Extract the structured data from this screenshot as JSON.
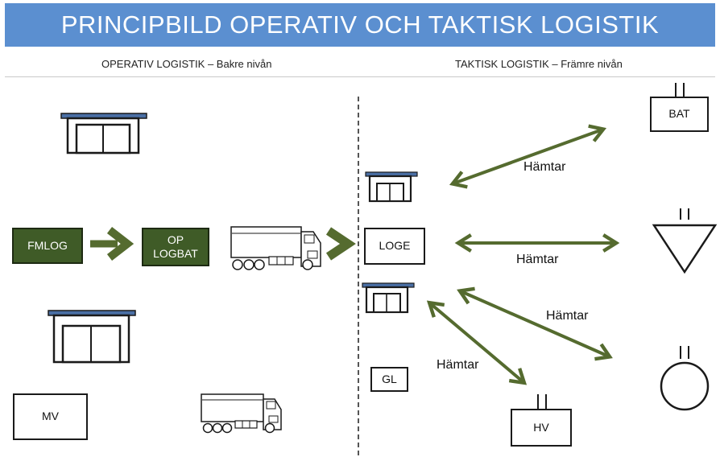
{
  "header": {
    "title": "PRINCIPBILD OPERATIV OCH TAKTISK LOGISTIK"
  },
  "sections": {
    "left": "OPERATIV LOGISTIK – Bakre nivån",
    "right": "TAKTISK LOGISTIK – Främre nivån"
  },
  "nodes": {
    "fmlog": "FMLOG",
    "op_logbat_line1": "OP",
    "op_logbat_line2": "LOGBAT",
    "loge": "LOGE",
    "gl": "GL",
    "mv": "MV",
    "bat": "BAT",
    "hv": "HV"
  },
  "arrow_labels": {
    "bat": "Hämtar",
    "triangle": "Hämtar",
    "circle": "Hämtar",
    "hv": "Hämtar"
  },
  "colors": {
    "header_bg": "#5b8fd0",
    "arrow_green": "#556b2f",
    "box_green": "#3f5b27",
    "roof_blue": "#4a6fa5"
  },
  "icons": [
    "warehouse-icon",
    "truck-icon",
    "unit-symbol-icon"
  ]
}
